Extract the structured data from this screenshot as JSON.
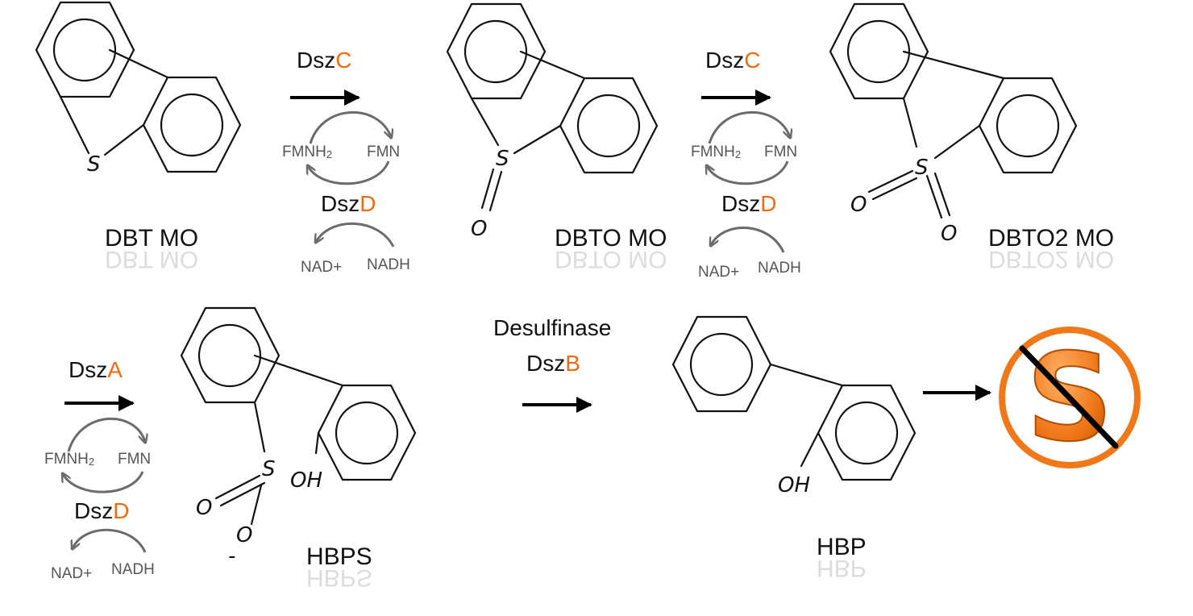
{
  "molecules": {
    "dbt": {
      "name": "DBT MO",
      "atoms": {
        "s": "S"
      }
    },
    "dbto": {
      "name": "DBTO MO",
      "atoms": {
        "s": "S",
        "o1": "O"
      }
    },
    "dbto2": {
      "name": "DBTO2 MO",
      "atoms": {
        "s": "S",
        "o1": "O",
        "o2": "O"
      }
    },
    "hbps": {
      "name": "HBPS",
      "atoms": {
        "s": "S",
        "o1": "O",
        "o2": "O",
        "oh": "OH",
        "dash": "-"
      }
    },
    "hbp": {
      "name": "HBP",
      "atoms": {
        "oh": "OH"
      }
    }
  },
  "steps": {
    "step1": {
      "enzyme_prefix": "Dsz",
      "enzyme_letter": "C",
      "cofactor_left": "FMNH",
      "cofactor_left_sub": "2",
      "cofactor_right": "FMN",
      "reductase_prefix": "Dsz",
      "reductase_letter": "D",
      "nad_left": "NAD+",
      "nad_right": "NADH"
    },
    "step2": {
      "enzyme_prefix": "Dsz",
      "enzyme_letter": "C",
      "cofactor_left": "FMNH",
      "cofactor_left_sub": "2",
      "cofactor_right": "FMN",
      "reductase_prefix": "Dsz",
      "reductase_letter": "D",
      "nad_left": "NAD+",
      "nad_right": "NADH"
    },
    "step3": {
      "enzyme_prefix": "Dsz",
      "enzyme_letter": "A",
      "cofactor_left": "FMNH",
      "cofactor_left_sub": "2",
      "cofactor_right": "FMN",
      "reductase_prefix": "Dsz",
      "reductase_letter": "D",
      "nad_left": "NAD+",
      "nad_right": "NADH"
    },
    "step4": {
      "enzyme_name": "Desulfinase",
      "enzyme_prefix": "Dsz",
      "enzyme_letter": "B"
    }
  },
  "no_sulfur": {
    "letter": "S"
  },
  "colors": {
    "accent": "#ef6b12",
    "text": "#111111",
    "cycle": "#6b6b6b"
  }
}
